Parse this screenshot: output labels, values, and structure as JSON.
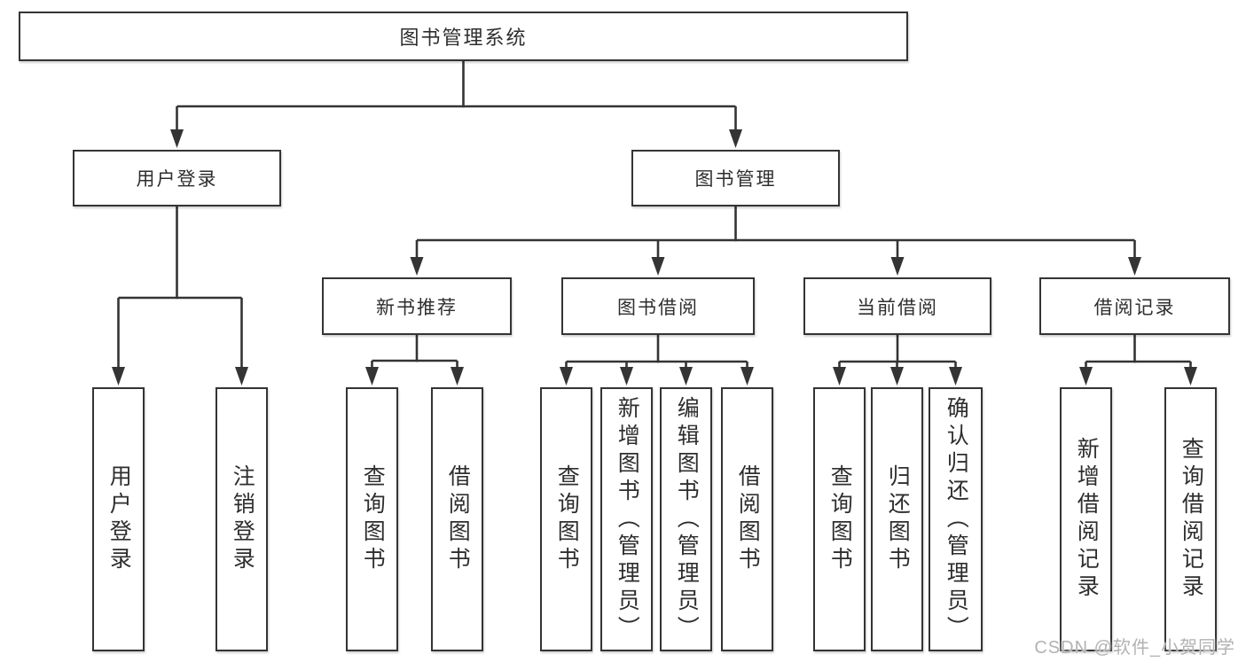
{
  "tree": {
    "label": "图书管理系统",
    "children": [
      {
        "label": "用户登录",
        "children": [
          {
            "label": "用户登录"
          },
          {
            "label": "注销登录"
          }
        ]
      },
      {
        "label": "图书管理",
        "children": [
          {
            "label": "新书推荐",
            "children": [
              {
                "label": "查询图书"
              },
              {
                "label": "借阅图书"
              }
            ]
          },
          {
            "label": "图书借阅",
            "children": [
              {
                "label": "查询图书"
              },
              {
                "label": "新增图书（管理员）"
              },
              {
                "label": "编辑图书（管理员）"
              },
              {
                "label": "借阅图书"
              }
            ]
          },
          {
            "label": "当前借阅",
            "children": [
              {
                "label": "查询图书"
              },
              {
                "label": "归还图书"
              },
              {
                "label": "确认归还（管理员）"
              }
            ]
          },
          {
            "label": "借阅记录",
            "children": [
              {
                "label": "新增借阅记录"
              },
              {
                "label": "查询借阅记录"
              }
            ]
          }
        ]
      }
    ]
  },
  "watermark": {
    "text": "CSDN @软件_小贺同学"
  },
  "colors": {
    "background": "#ffffff",
    "line": "#343434",
    "box_border": "#343434",
    "text": "#2e2e2e",
    "watermark": "#b2b2b2"
  }
}
